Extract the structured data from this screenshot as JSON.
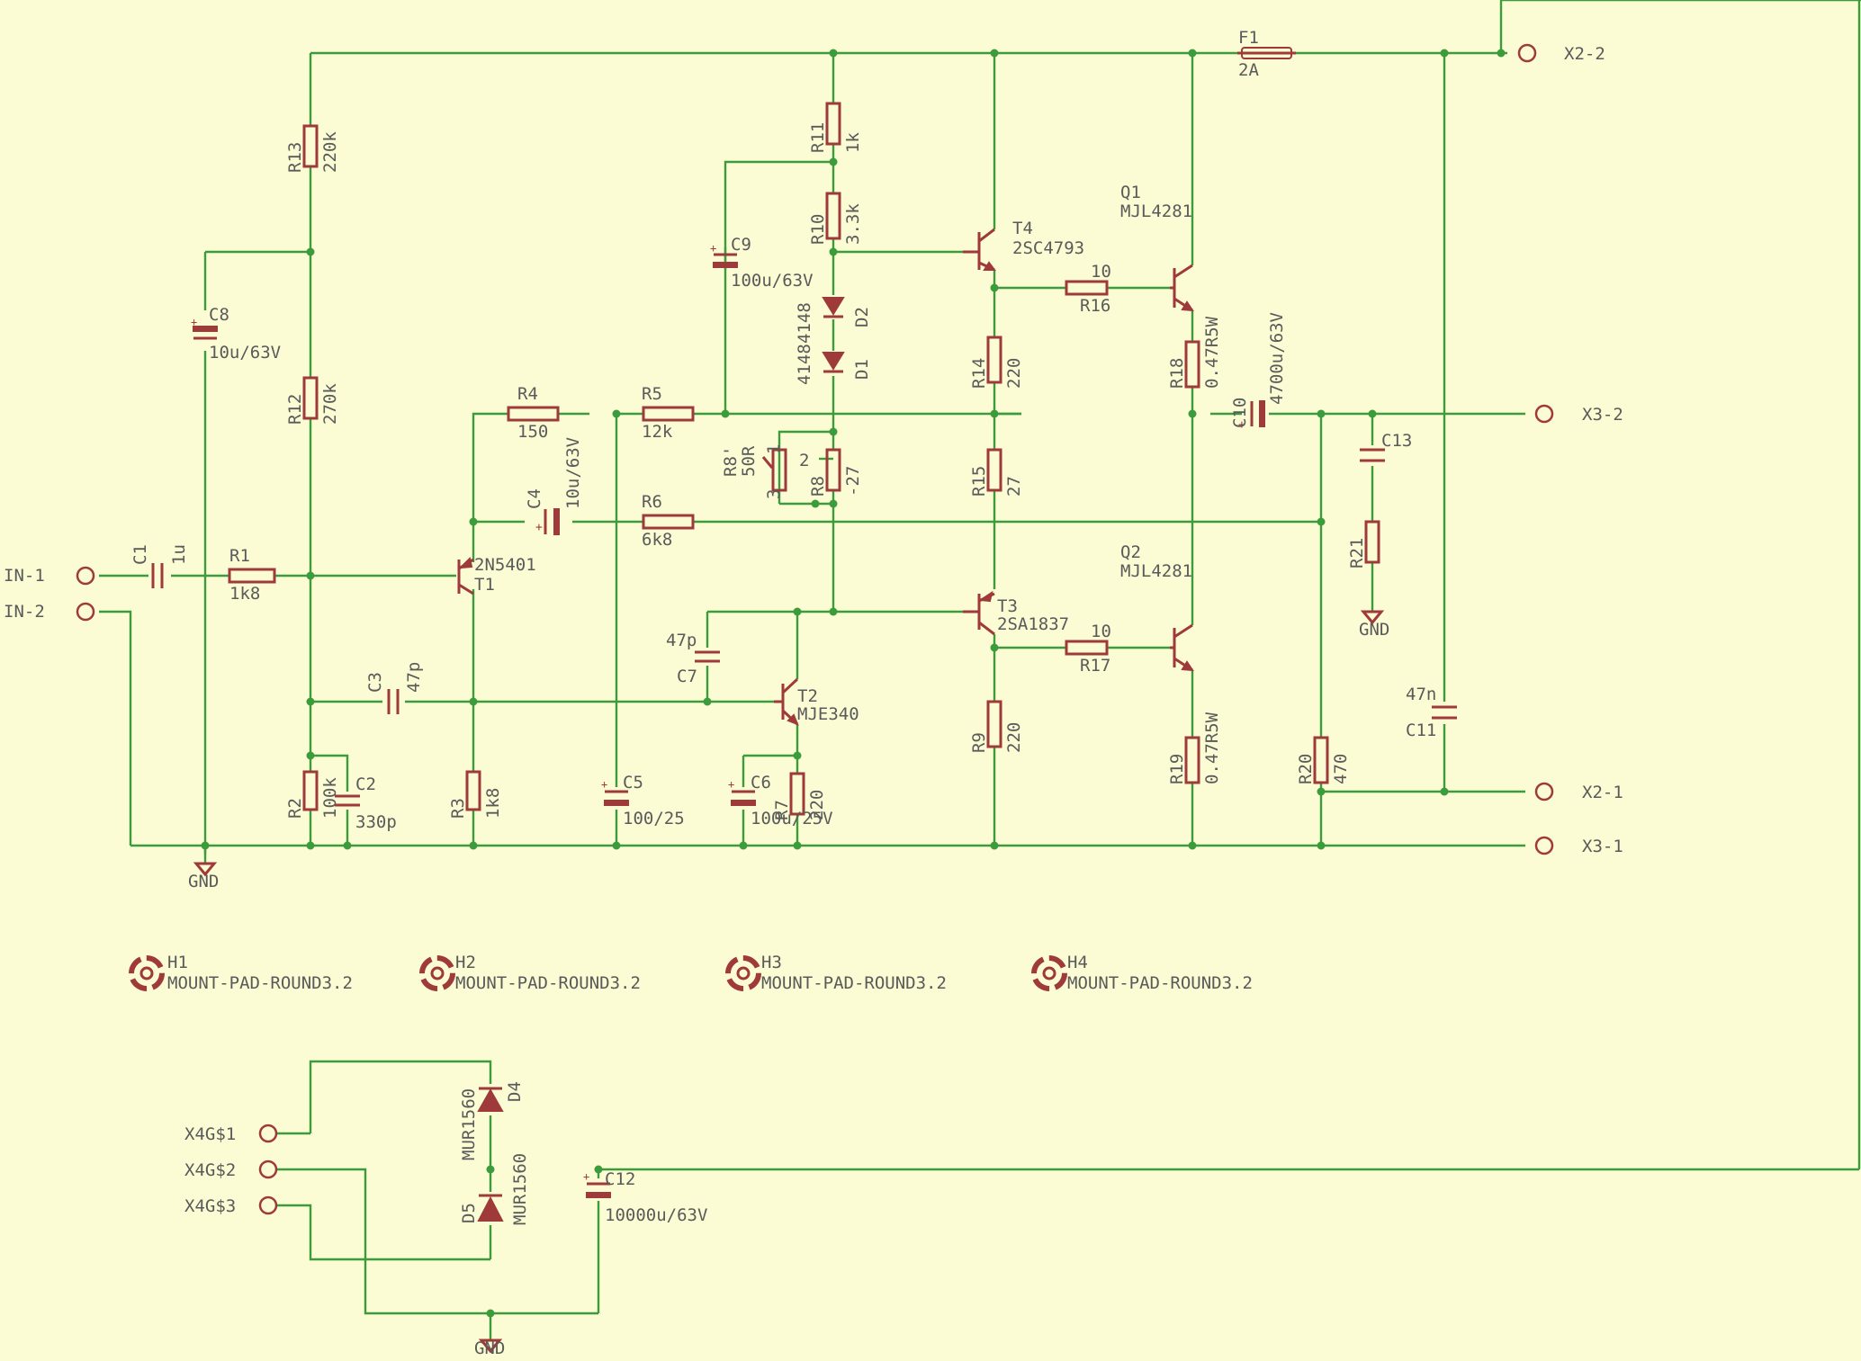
{
  "schematic": {
    "ports": {
      "in1": "IN-1",
      "in2": "IN-2",
      "x2_2": "X2-2",
      "x3_2": "X3-2",
      "x2_1": "X2-1",
      "x3_1": "X3-1",
      "x4g1": "X4G$1",
      "x4g2": "X4G$2",
      "x4g3": "X4G$3"
    },
    "gnd": "GND",
    "components": {
      "C1": {
        "ref": "C1",
        "val": "1u"
      },
      "R1": {
        "ref": "R1",
        "val": "1k8"
      },
      "R13": {
        "ref": "R13",
        "val": "220k"
      },
      "R12": {
        "ref": "R12",
        "val": "270k"
      },
      "C8": {
        "ref": "C8",
        "val": "10u/63V"
      },
      "R2": {
        "ref": "R2",
        "val": "100k"
      },
      "C2": {
        "ref": "C2",
        "val": "330p"
      },
      "C3": {
        "ref": "C3",
        "val": "47p"
      },
      "R3": {
        "ref": "R3",
        "val": "1k8"
      },
      "T1": {
        "ref": "T1",
        "val": "2N5401"
      },
      "R4": {
        "ref": "R4",
        "val": "150"
      },
      "C4": {
        "ref": "C4",
        "val": "10u/63V"
      },
      "R5": {
        "ref": "R5",
        "val": "12k"
      },
      "R6": {
        "ref": "R6",
        "val": "6k8"
      },
      "C5": {
        "ref": "C5",
        "val": "100/25"
      },
      "C9": {
        "ref": "C9",
        "val": "100u/63V"
      },
      "R11": {
        "ref": "R11",
        "val": "1k"
      },
      "R10": {
        "ref": "R10",
        "val": "3.3k"
      },
      "D2": {
        "ref": "D2",
        "val": "4148"
      },
      "D1": {
        "ref": "D1",
        "val": "4148"
      },
      "R8p": {
        "ref": "R8'",
        "val": "50R"
      },
      "R8": {
        "ref": "R8",
        "val": "-27"
      },
      "C7": {
        "ref": "C7",
        "val": "47p"
      },
      "T2": {
        "ref": "T2",
        "val": "MJE340"
      },
      "C6": {
        "ref": "C6",
        "val": "100u/25V"
      },
      "R7": {
        "ref": "R7",
        "val": "220"
      },
      "T4": {
        "ref": "T4",
        "val": "2SC4793"
      },
      "T3": {
        "ref": "T3",
        "val": "2SA1837"
      },
      "R14": {
        "ref": "R14",
        "val": "220"
      },
      "R15": {
        "ref": "R15",
        "val": "27"
      },
      "R9": {
        "ref": "R9",
        "val": "220"
      },
      "R16": {
        "ref": "R16",
        "val": "10"
      },
      "R17": {
        "ref": "R17",
        "val": "10"
      },
      "Q1": {
        "ref": "Q1",
        "val": "MJL4281"
      },
      "Q2": {
        "ref": "Q2",
        "val": "MJL4281"
      },
      "R18": {
        "ref": "R18",
        "val": "0.47R5W"
      },
      "R19": {
        "ref": "R19",
        "val": "0.47R5W"
      },
      "F1": {
        "ref": "F1",
        "val": "2A"
      },
      "C10": {
        "ref": "C10",
        "val": "4700u/63V"
      },
      "C13": {
        "ref": "C13",
        "val": ""
      },
      "R21": {
        "ref": "R21",
        "val": ""
      },
      "C11": {
        "ref": "C11",
        "val": "47n"
      },
      "R20": {
        "ref": "R20",
        "val": "470"
      },
      "D4": {
        "ref": "D4",
        "val": "MUR1560"
      },
      "D5": {
        "ref": "D5",
        "val": "MUR1560"
      },
      "C12": {
        "ref": "C12",
        "val": "10000u/63V"
      }
    },
    "pot_pins": {
      "p1": "1",
      "p2": "2",
      "p3": "3"
    },
    "mounts": [
      {
        "ref": "H1",
        "val": "MOUNT-PAD-ROUND3.2"
      },
      {
        "ref": "H2",
        "val": "MOUNT-PAD-ROUND3.2"
      },
      {
        "ref": "H3",
        "val": "MOUNT-PAD-ROUND3.2"
      },
      {
        "ref": "H4",
        "val": "MOUNT-PAD-ROUND3.2"
      }
    ]
  }
}
